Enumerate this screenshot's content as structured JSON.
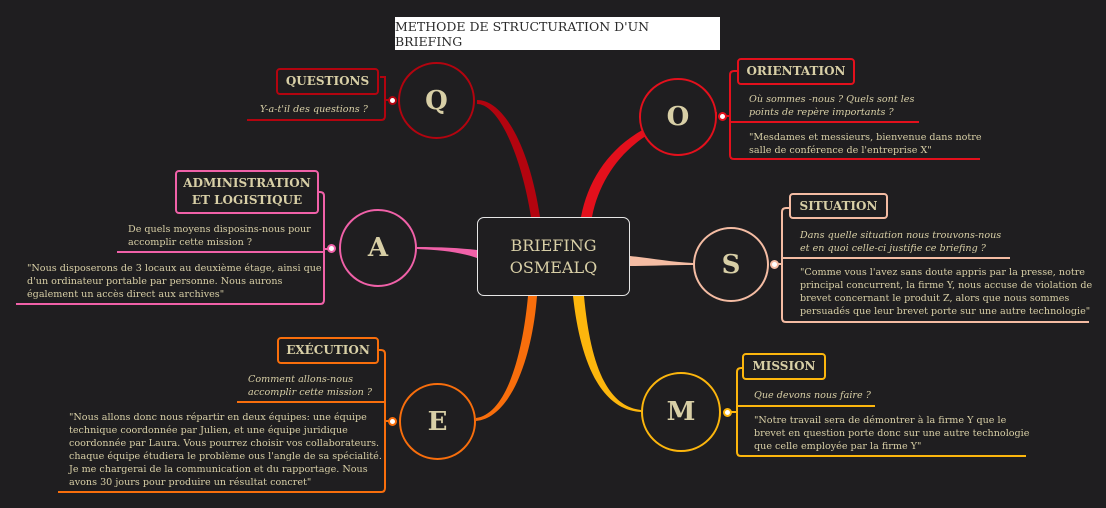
{
  "title": "METHODE DE STRUCTURATION D'UN BRIEFING",
  "center": {
    "line1": "BRIEFING",
    "line2": "OSMEALQ"
  },
  "branches": {
    "Q": {
      "letter": "Q",
      "color": "#b3040f",
      "label": "QUESTIONS",
      "question": "Y-a-t'il des questions ?"
    },
    "O": {
      "letter": "O",
      "color": "#e3101c",
      "label": "ORIENTATION",
      "question_l1": "Où sommes -nous ? Quels sont les",
      "question_l2": "points de repère importants ?",
      "example_l1": "\"Mesdames et messieurs, bienvenue dans notre",
      "example_l2": "salle de conférence de l'entreprise X\""
    },
    "A": {
      "letter": "A",
      "color": "#f061a8",
      "label_l1": "ADMINISTRATION",
      "label_l2": "ET LOGISTIQUE",
      "question_l1": "De quels moyens disposins-nous pour",
      "question_l2": "accomplir cette mission ?",
      "example_l1": "\"Nous disposerons de 3 locaux au deuxième étage, ainsi que",
      "example_l2": "d'un ordinateur portable par personne. Nous aurons",
      "example_l3": "également un accès direct aux archives\""
    },
    "S": {
      "letter": "S",
      "color": "#f4bca3",
      "label": "SITUATION",
      "question_l1": "Dans quelle situation nous trouvons-nous",
      "question_l2": "et en quoi celle-ci justifie ce briefing ?",
      "example_l1": "\"Comme vous l'avez sans doute appris par la presse, notre",
      "example_l2": "principal concurrent, la firme Y, nous accuse de violation de",
      "example_l3": "brevet concernant le produit Z, alors que nous sommes",
      "example_l4": "persuadés que leur brevet porte sur une autre technologie\""
    },
    "E": {
      "letter": "E",
      "color": "#f86e0c",
      "label": "EXÉCUTION",
      "question_l1": "Comment allons-nous",
      "question_l2": "accomplir cette mission ?",
      "example_l1": "\"Nous allons donc nous répartir en deux équipes: une équipe",
      "example_l2": "technique coordonnée par Julien, et une équipe juridique",
      "example_l3": "coordonnée par Laura. Vous pourrez choisir vos collaborateurs.",
      "example_l4": "chaque équipe étudiera le problème ous l'angle de sa spécialité.",
      "example_l5": "Je me chargerai de la communication et du rapportage. Nous",
      "example_l6": "avons 30 jours pour produire un résultat concret\""
    },
    "M": {
      "letter": "M",
      "color": "#fcb60d",
      "label": "MISSION",
      "question": "Que devons nous faire ?",
      "example_l1": "\"Notre travail sera de démontrer à la firme Y que le",
      "example_l2": "brevet en question porte donc sur une autre technologie",
      "example_l3": "que celle employée par la firme  Y\""
    }
  }
}
